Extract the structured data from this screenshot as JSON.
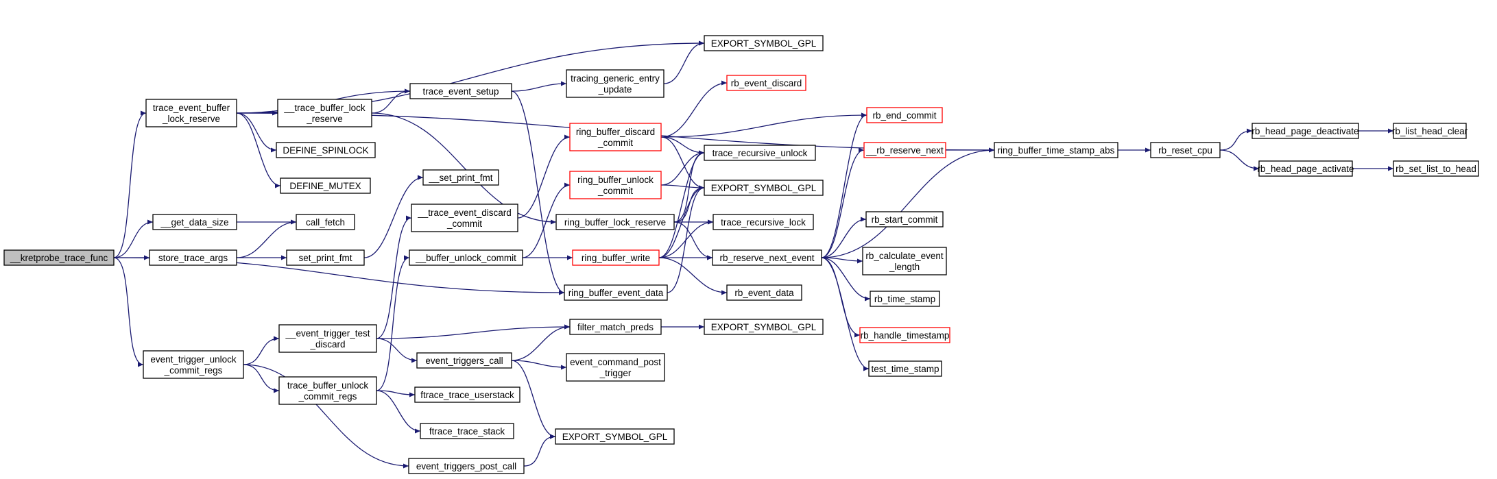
{
  "colors": {
    "edge": "#191970",
    "node_border": "#000000",
    "node_border_truncated": "#ff0000",
    "root_fill": "#bfbfbf",
    "background": "#ffffff"
  },
  "nodes": {
    "kretprobe": {
      "lines": [
        "__kretprobe_trace_func"
      ],
      "root": true
    },
    "tebl": {
      "lines": [
        "trace_event_buffer",
        "_lock_reserve"
      ]
    },
    "gds": {
      "lines": [
        "__get_data_size"
      ]
    },
    "sta": {
      "lines": [
        "store_trace_args"
      ]
    },
    "etucr": {
      "lines": [
        "event_trigger_unlock",
        "_commit_regs"
      ]
    },
    "tbl": {
      "lines": [
        "__trace_buffer_lock",
        "_reserve"
      ]
    },
    "dspin": {
      "lines": [
        "DEFINE_SPINLOCK"
      ]
    },
    "dmutex": {
      "lines": [
        "DEFINE_MUTEX"
      ]
    },
    "cfetch": {
      "lines": [
        "call_fetch"
      ]
    },
    "spf": {
      "lines": [
        "set_print_fmt"
      ]
    },
    "etd": {
      "lines": [
        "__event_trigger_test",
        "_discard"
      ]
    },
    "tbucr": {
      "lines": [
        "trace_buffer_unlock",
        "_commit_regs"
      ]
    },
    "tes": {
      "lines": [
        "trace_event_setup"
      ]
    },
    "_spf": {
      "lines": [
        "__set_print_fmt"
      ]
    },
    "ted": {
      "lines": [
        "__trace_event_discard",
        "_commit"
      ]
    },
    "buc": {
      "lines": [
        "__buffer_unlock_commit"
      ]
    },
    "etc": {
      "lines": [
        "event_triggers_call"
      ]
    },
    "fts": {
      "lines": [
        "ftrace_trace_userstack"
      ]
    },
    "ftst": {
      "lines": [
        "ftrace_trace_stack"
      ]
    },
    "etpc": {
      "lines": [
        "event_triggers_post_call"
      ]
    },
    "tgeu": {
      "lines": [
        "tracing_generic_entry",
        "_update"
      ]
    },
    "rbdc": {
      "lines": [
        "ring_buffer_discard",
        "_commit"
      ],
      "truncated": true
    },
    "rbuc": {
      "lines": [
        "ring_buffer_unlock",
        "_commit"
      ],
      "truncated": true
    },
    "rblr": {
      "lines": [
        "ring_buffer_lock_reserve"
      ]
    },
    "rbw": {
      "lines": [
        "ring_buffer_write"
      ],
      "truncated": true
    },
    "rbed": {
      "lines": [
        "ring_buffer_event_data"
      ]
    },
    "fmp": {
      "lines": [
        "filter_match_preds"
      ]
    },
    "ecpt": {
      "lines": [
        "event_command_post",
        "_trigger"
      ]
    },
    "esg_bot": {
      "lines": [
        "EXPORT_SYMBOL_GPL"
      ]
    },
    "esg_top": {
      "lines": [
        "EXPORT_SYMBOL_GPL"
      ]
    },
    "rbdisc": {
      "lines": [
        "rb_event_discard"
      ],
      "truncated": true
    },
    "tru": {
      "lines": [
        "trace_recursive_unlock"
      ]
    },
    "esg_mid": {
      "lines": [
        "EXPORT_SYMBOL_GPL"
      ]
    },
    "trl": {
      "lines": [
        "trace_recursive_lock"
      ]
    },
    "rbrne": {
      "lines": [
        "rb_reserve_next_event"
      ]
    },
    "rbedata": {
      "lines": [
        "rb_event_data"
      ]
    },
    "esg_fmp": {
      "lines": [
        "EXPORT_SYMBOL_GPL"
      ]
    },
    "rbec": {
      "lines": [
        "rb_end_commit"
      ],
      "truncated": true
    },
    "rrn": {
      "lines": [
        "__rb_reserve_next"
      ],
      "truncated": true
    },
    "rbsc": {
      "lines": [
        "rb_start_commit"
      ]
    },
    "rbcel": {
      "lines": [
        "rb_calculate_event",
        "_length"
      ]
    },
    "rbts": {
      "lines": [
        "rb_time_stamp"
      ]
    },
    "rbht": {
      "lines": [
        "rb_handle_timestamp"
      ],
      "truncated": true
    },
    "tts": {
      "lines": [
        "test_time_stamp"
      ]
    },
    "rbtsa": {
      "lines": [
        "ring_buffer_time_stamp_abs"
      ]
    },
    "rbrc": {
      "lines": [
        "rb_reset_cpu"
      ]
    },
    "rbhpd": {
      "lines": [
        "rb_head_page_deactivate"
      ]
    },
    "rbhpa": {
      "lines": [
        "rb_head_page_activate"
      ]
    },
    "rblhc": {
      "lines": [
        "rb_list_head_clear"
      ]
    },
    "rbslh": {
      "lines": [
        "rb_set_list_to_head"
      ]
    }
  },
  "edges": [
    [
      "kretprobe",
      "tebl"
    ],
    [
      "kretprobe",
      "gds"
    ],
    [
      "kretprobe",
      "sta"
    ],
    [
      "kretprobe",
      "etucr"
    ],
    [
      "kretprobe",
      "rbed"
    ],
    [
      "tebl",
      "tbl"
    ],
    [
      "tebl",
      "dspin"
    ],
    [
      "tebl",
      "dmutex"
    ],
    [
      "tebl",
      "tes"
    ],
    [
      "tebl",
      "esg_top"
    ],
    [
      "tebl",
      "rbtsa"
    ],
    [
      "gds",
      "cfetch"
    ],
    [
      "sta",
      "cfetch"
    ],
    [
      "sta",
      "spf"
    ],
    [
      "etucr",
      "etd"
    ],
    [
      "etucr",
      "tbucr"
    ],
    [
      "etucr",
      "etpc"
    ],
    [
      "tbl",
      "tes"
    ],
    [
      "tbl",
      "rblr"
    ],
    [
      "spf",
      "_spf"
    ],
    [
      "etd",
      "ted"
    ],
    [
      "etd",
      "fmp"
    ],
    [
      "etd",
      "etc"
    ],
    [
      "tbucr",
      "buc"
    ],
    [
      "tbucr",
      "fts"
    ],
    [
      "tbucr",
      "ftst"
    ],
    [
      "tes",
      "tgeu"
    ],
    [
      "tes",
      "rbed"
    ],
    [
      "ted",
      "rbdc"
    ],
    [
      "buc",
      "rbuc"
    ],
    [
      "buc",
      "rbw"
    ],
    [
      "etc",
      "fmp"
    ],
    [
      "etc",
      "ecpt"
    ],
    [
      "etc",
      "esg_bot"
    ],
    [
      "etpc",
      "esg_bot"
    ],
    [
      "tgeu",
      "esg_top"
    ],
    [
      "rbdc",
      "rbdisc"
    ],
    [
      "rbdc",
      "rbec"
    ],
    [
      "rbdc",
      "tru"
    ],
    [
      "rbdc",
      "esg_mid"
    ],
    [
      "rbuc",
      "tru"
    ],
    [
      "rbuc",
      "esg_mid"
    ],
    [
      "rblr",
      "trl"
    ],
    [
      "rblr",
      "rbrne"
    ],
    [
      "rblr",
      "tru"
    ],
    [
      "rblr",
      "esg_mid"
    ],
    [
      "rbw",
      "rbrne"
    ],
    [
      "rbw",
      "trl"
    ],
    [
      "rbw",
      "tru"
    ],
    [
      "rbw",
      "esg_mid"
    ],
    [
      "rbw",
      "rbedata"
    ],
    [
      "rbed",
      "esg_mid"
    ],
    [
      "fmp",
      "esg_fmp"
    ],
    [
      "rbrne",
      "rbec"
    ],
    [
      "rbrne",
      "rrn"
    ],
    [
      "rbrne",
      "rbsc"
    ],
    [
      "rbrne",
      "rbcel"
    ],
    [
      "rbrne",
      "rbts"
    ],
    [
      "rbrne",
      "rbht"
    ],
    [
      "rbrne",
      "tts"
    ],
    [
      "rbrne",
      "rbtsa"
    ],
    [
      "rrn",
      "rbtsa"
    ],
    [
      "rbtsa",
      "rbrc"
    ],
    [
      "rbrc",
      "rbhpd"
    ],
    [
      "rbrc",
      "rbhpa"
    ],
    [
      "rbhpd",
      "rblhc"
    ],
    [
      "rbhpa",
      "rbslh"
    ]
  ]
}
